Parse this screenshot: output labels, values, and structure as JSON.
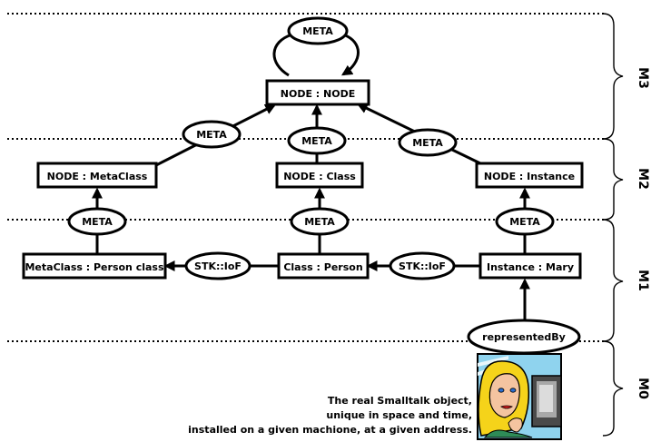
{
  "levels": [
    "M3",
    "M2",
    "M1",
    "M0"
  ],
  "nodes": {
    "node_node": "NODE : NODE",
    "node_metaclass": "NODE : MetaClass",
    "node_class": "NODE : Class",
    "node_instance": "NODE : Instance",
    "metaclass_person_class": "MetaClass : Person class",
    "class_person": "Class : Person",
    "instance_mary": "Instance : Mary"
  },
  "relations": {
    "meta": "META",
    "stk_iof": "STK::IoF",
    "represented_by": "representedBy"
  },
  "caption": [
    "The real Smalltalk object,",
    "unique in space and time,",
    "installed on a given machione, at a given address."
  ],
  "image": {
    "icon": "woman-at-computer-clipart"
  }
}
